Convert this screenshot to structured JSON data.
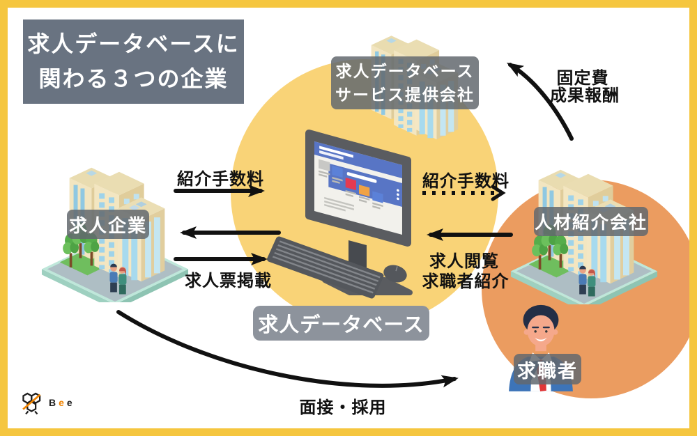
{
  "title": {
    "line1": "求人データベースに",
    "line2": "関わる３つの企業"
  },
  "entities": {
    "service_company": {
      "line1": "求人データベース",
      "line2": "サービス提供会社"
    },
    "hiring_company": "求人企業",
    "staffing_agency": "人材紹介会社",
    "job_seeker": "求職者",
    "database": "求人データベース"
  },
  "arrows": {
    "referral_fee_left": "紹介手数料",
    "job_posting": "求人票掲載",
    "referral_fee_right": "紹介手数料",
    "job_browsing": "求人閲覧",
    "candidate_referral": "求職者紹介",
    "fixed_fee": "固定費",
    "performance_fee": "成果報酬",
    "interview_hiring": "面接・採用"
  },
  "logo": {
    "b": "B",
    "e1": "e",
    "e2": "e"
  },
  "colors": {
    "frame_yellow": "#F5C63F",
    "yellow_circle": "#F9D377",
    "orange_circle": "#EB9C60",
    "title_gray": "#697381",
    "label_gray": "#63686E",
    "db_label_gray": "#8D939C",
    "arrow_black": "#111111",
    "logo_accent": "#F08300"
  }
}
